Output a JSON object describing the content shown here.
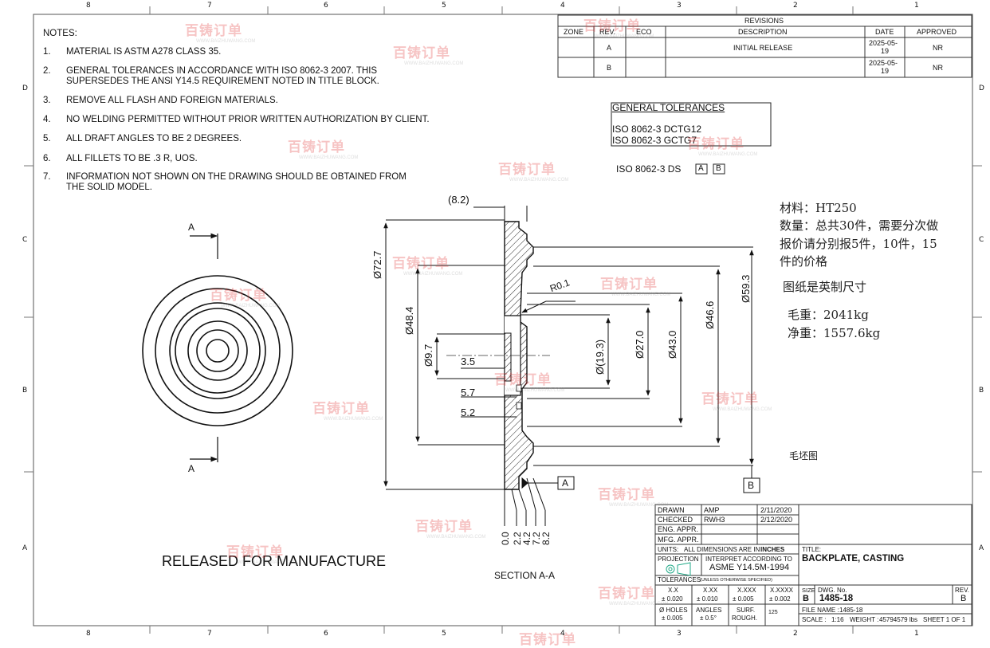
{
  "border": {
    "top_cols": [
      "8",
      "7",
      "6",
      "5",
      "4",
      "3",
      "2",
      "1"
    ],
    "bottom_cols": [
      "8",
      "7",
      "6",
      "5",
      "4",
      "3",
      "2",
      "1"
    ],
    "side_rows": [
      "D",
      "C",
      "B",
      "A"
    ]
  },
  "notes": {
    "title": "NOTES:",
    "items": [
      {
        "num": "1.",
        "lines": [
          "MATERIAL IS ASTM A278 CLASS 35."
        ]
      },
      {
        "num": "2.",
        "lines": [
          "GENERAL TOLERANCES IN ACCORDANCE WITH ISO 8062-3 2007. THIS",
          "SUPERSEDES THE ANSI Y14.5 REQUIREMENT NOTED IN TITLE BLOCK."
        ]
      },
      {
        "num": "3.",
        "lines": [
          "REMOVE ALL FLASH AND FOREIGN MATERIALS."
        ]
      },
      {
        "num": "4.",
        "lines": [
          "NO WELDING PERMITTED WITHOUT PRIOR WRITTEN AUTHORIZATION BY CLIENT."
        ]
      },
      {
        "num": "5.",
        "lines": [
          "ALL DRAFT ANGLES TO BE 2 DEGREES."
        ]
      },
      {
        "num": "6.",
        "lines": [
          "ALL FILLETS TO BE .3 R, UOS."
        ]
      },
      {
        "num": "7.",
        "lines": [
          "INFORMATION NOT SHOWN ON THE DRAWING SHOULD BE OBTAINED FROM",
          "THE SOLID MODEL."
        ]
      }
    ]
  },
  "revisions": {
    "title": "REVISIONS",
    "headers": [
      "ZONE",
      "REV.",
      "ECO",
      "DESCRIPTION",
      "DATE",
      "APPROVED"
    ],
    "rows": [
      {
        "zone": "",
        "rev": "A",
        "eco": "",
        "description": "INITIAL RELEASE",
        "date": [
          "2025-05-",
          "19"
        ],
        "approved": "NR"
      },
      {
        "zone": "",
        "rev": "B",
        "eco": "",
        "description": "",
        "date": [
          "2025-05-",
          "19"
        ],
        "approved": "NR"
      }
    ]
  },
  "general_tolerances": {
    "title": "GENERAL TOLERANCES",
    "line1": "ISO 8062-3 DCTG12",
    "line2": "ISO 8062-3 GCTG7",
    "ds_label": "ISO 8062-3 DS",
    "ds_a": "A",
    "ds_b": "B"
  },
  "chinese_notes": {
    "material": "材料：HT250",
    "qty_line1": "数量：总共30件，需要分次做",
    "qty_line2": "报价请分别报5件，10件，15",
    "qty_line3": "件的价格",
    "units": "图纸是英制尺寸",
    "gross": "毛重：2041kg",
    "net": "净重：1557.6kg",
    "blank": "毛坯图"
  },
  "view_labels": {
    "section_marker_a": "A",
    "section_title": "SECTION A-A",
    "released": "RELEASED FOR MANUFACTURE",
    "datum_a": "A",
    "datum_b": "B"
  },
  "dimensions": {
    "top": "(8.2)",
    "d72": "Ø72.7",
    "d48": "Ø48.4",
    "d9": "Ø9.7",
    "d19": "Ø(19.3)",
    "d27": "Ø27.0",
    "d43": "Ø43.0",
    "d46": "Ø46.6",
    "d59": "Ø59.3",
    "r01": "R0.1",
    "h35": "3.5",
    "h57": "5.7",
    "h52": "5.2",
    "bottom": [
      "0.0",
      "2.2",
      "4.2",
      "7.2",
      "8.2"
    ]
  },
  "title_block": {
    "drawn_label": "DRAWN",
    "drawn_by": "AMP",
    "drawn_date": "2/11/2020",
    "checked_label": "CHECKED",
    "checked_by": "RWH3",
    "checked_date": "2/12/2020",
    "eng_label": "ENG. APPR.",
    "mfg_label": "MFG. APPR.",
    "units_label": "UNITS:",
    "units_text": "ALL DIMENSIONS ARE IN",
    "units_value": "INCHES",
    "projection_label": "PROJECTION",
    "interpret": "INTERPRET ACCORDING TO",
    "standard": "ASME Y14.5M-1994",
    "tolerances_label": "TOLERANCES",
    "tolerances_note": "(UNLESS OTHERWISE SPECIFIED)",
    "tol_headers": [
      "X.X",
      "X.XX",
      "X.XXX",
      "X.XXXX"
    ],
    "tol_values": [
      "± 0.020",
      "± 0.010",
      "± 0.005",
      "± 0.002"
    ],
    "holes_label": "Ø HOLES",
    "holes_value": "± 0.005",
    "angles_label": "ANGLES",
    "angles_value": "± 0.5°",
    "surf_label": "SURF.",
    "rough_label": "ROUGH.",
    "surf_value": "125",
    "title_label": "TITLE:",
    "title": "BACKPLATE, CASTING",
    "size_label": "SIZE",
    "size": "B",
    "dwg_label": "DWG. No.",
    "dwg": "1485-18",
    "rev_label": "REV.",
    "rev": "B",
    "file_label": "FILE NAME :",
    "file": "1485-18",
    "scale_label": "SCALE :",
    "scale": "1:16",
    "weight_label": "WEIGHT :",
    "weight": "45794579 lbs",
    "sheet": "SHEET 1 OF 1"
  },
  "watermark": {
    "brand": "百铸订单",
    "url": "WWW.BAIZHUWANG.COM"
  }
}
